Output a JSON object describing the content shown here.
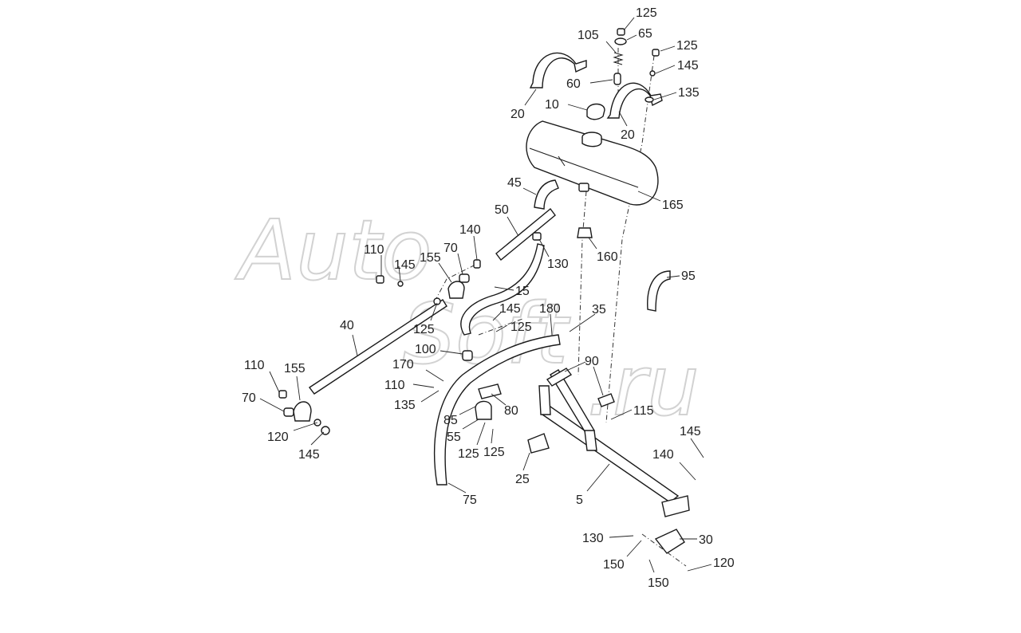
{
  "watermark": {
    "text_auto": "Auto",
    "text_soft": "Soft",
    "text_ru": ".ru"
  },
  "colors": {
    "ink": "#1a1a1a",
    "watermark": "#d2d2d2",
    "background": "#ffffff"
  },
  "callouts": [
    {
      "id": "c125a",
      "label": "125"
    },
    {
      "id": "c105",
      "label": "105"
    },
    {
      "id": "c65",
      "label": "65"
    },
    {
      "id": "c125b",
      "label": "125"
    },
    {
      "id": "c145a",
      "label": "145"
    },
    {
      "id": "c60",
      "label": "60"
    },
    {
      "id": "c135a",
      "label": "135"
    },
    {
      "id": "c20a",
      "label": "20"
    },
    {
      "id": "c10",
      "label": "10"
    },
    {
      "id": "c20b",
      "label": "20"
    },
    {
      "id": "c45",
      "label": "45"
    },
    {
      "id": "c165",
      "label": "165"
    },
    {
      "id": "c50",
      "label": "50"
    },
    {
      "id": "c140a",
      "label": "140"
    },
    {
      "id": "c130a",
      "label": "130"
    },
    {
      "id": "c160",
      "label": "160"
    },
    {
      "id": "c110a",
      "label": "110"
    },
    {
      "id": "c145b",
      "label": "145"
    },
    {
      "id": "c155a",
      "label": "155"
    },
    {
      "id": "c70a",
      "label": "70"
    },
    {
      "id": "c95",
      "label": "95"
    },
    {
      "id": "c15",
      "label": "15"
    },
    {
      "id": "c145c",
      "label": "145"
    },
    {
      "id": "c180",
      "label": "180"
    },
    {
      "id": "c35",
      "label": "35"
    },
    {
      "id": "c125c",
      "label": "125"
    },
    {
      "id": "c125d",
      "label": "125"
    },
    {
      "id": "c40",
      "label": "40"
    },
    {
      "id": "c100",
      "label": "100"
    },
    {
      "id": "c90",
      "label": "90"
    },
    {
      "id": "c110b",
      "label": "110"
    },
    {
      "id": "c155b",
      "label": "155"
    },
    {
      "id": "c170",
      "label": "170"
    },
    {
      "id": "c110c",
      "label": "110"
    },
    {
      "id": "c135b",
      "label": "135"
    },
    {
      "id": "c70b",
      "label": "70"
    },
    {
      "id": "c85",
      "label": "85"
    },
    {
      "id": "c80",
      "label": "80"
    },
    {
      "id": "c115",
      "label": "115"
    },
    {
      "id": "c55",
      "label": "55"
    },
    {
      "id": "c145d",
      "label": "145"
    },
    {
      "id": "c120a",
      "label": "120"
    },
    {
      "id": "c145e",
      "label": "145"
    },
    {
      "id": "c125e",
      "label": "125"
    },
    {
      "id": "c125f",
      "label": "125"
    },
    {
      "id": "c140b",
      "label": "140"
    },
    {
      "id": "c25",
      "label": "25"
    },
    {
      "id": "c75",
      "label": "75"
    },
    {
      "id": "c5",
      "label": "5"
    },
    {
      "id": "c130b",
      "label": "130"
    },
    {
      "id": "c30",
      "label": "30"
    },
    {
      "id": "c150a",
      "label": "150"
    },
    {
      "id": "c120b",
      "label": "120"
    },
    {
      "id": "c150b",
      "label": "150"
    }
  ]
}
